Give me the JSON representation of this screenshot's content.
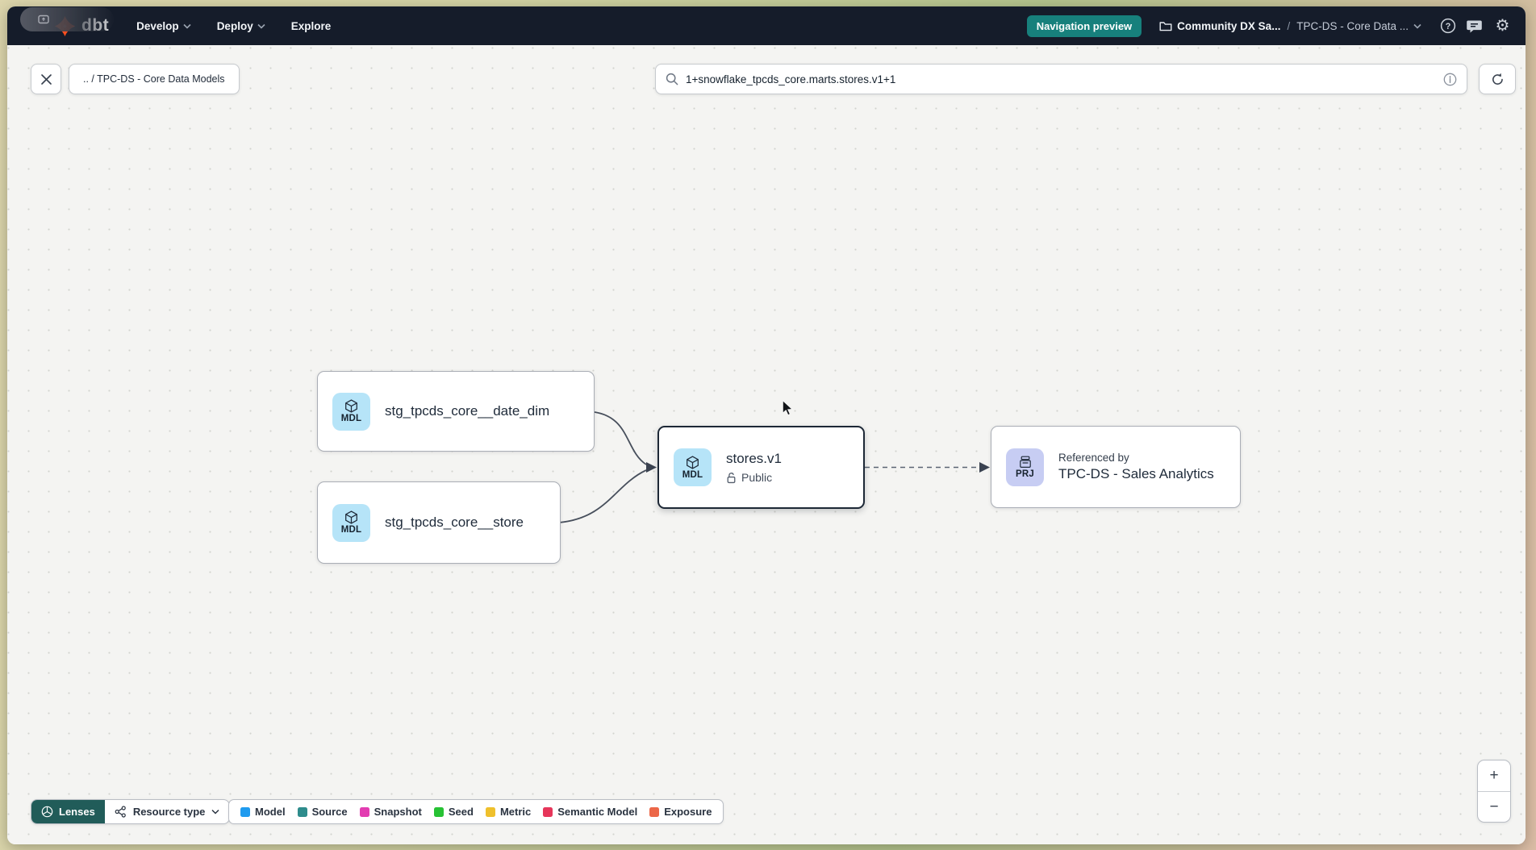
{
  "navbar": {
    "logo_text": "dbt",
    "menu_items": [
      {
        "label": "Develop"
      },
      {
        "label": "Deploy"
      },
      {
        "label": "Explore"
      }
    ],
    "preview_badge": "Navigation preview",
    "account_name": "Community DX Sa...",
    "breadcrumb_separator": "/",
    "project_name": "TPC-DS - Core Data ..."
  },
  "toolbar": {
    "breadcrumb_chip": ".. / TPC-DS - Core Data Models",
    "search_value": "1+snowflake_tpcds_core.marts.stores.v1+1"
  },
  "graph": {
    "nodes": [
      {
        "badge": "MDL",
        "label": "stg_tpcds_core__date_dim",
        "type": "model"
      },
      {
        "badge": "MDL",
        "label": "stg_tpcds_core__store",
        "type": "model"
      },
      {
        "badge": "MDL",
        "label": "stores.v1",
        "access_label": "Public",
        "type": "model",
        "selected": true
      },
      {
        "badge": "PRJ",
        "kicker": "Referenced by",
        "label": "TPC-DS - Sales Analytics",
        "type": "project"
      }
    ]
  },
  "footer": {
    "lenses_label": "Lenses",
    "resource_type_label": "Resource type",
    "legend": [
      {
        "label": "Model",
        "color": "#1f9bef"
      },
      {
        "label": "Source",
        "color": "#2e8c8c"
      },
      {
        "label": "Snapshot",
        "color": "#e23cb1"
      },
      {
        "label": "Seed",
        "color": "#27c234"
      },
      {
        "label": "Metric",
        "color": "#efc02c"
      },
      {
        "label": "Semantic Model",
        "color": "#e6365a"
      },
      {
        "label": "Exposure",
        "color": "#ec6748"
      }
    ]
  },
  "zoom_controls": {
    "zoom_in": "+",
    "zoom_out": "−"
  },
  "colors": {
    "navbar_bg": "#151c2a",
    "accent_teal": "#17807c",
    "lenses_teal": "#215c59",
    "model_badge_bg": "#b6e4f8",
    "project_badge_bg": "#c7cdf3",
    "selected_border": "#1d2836"
  }
}
